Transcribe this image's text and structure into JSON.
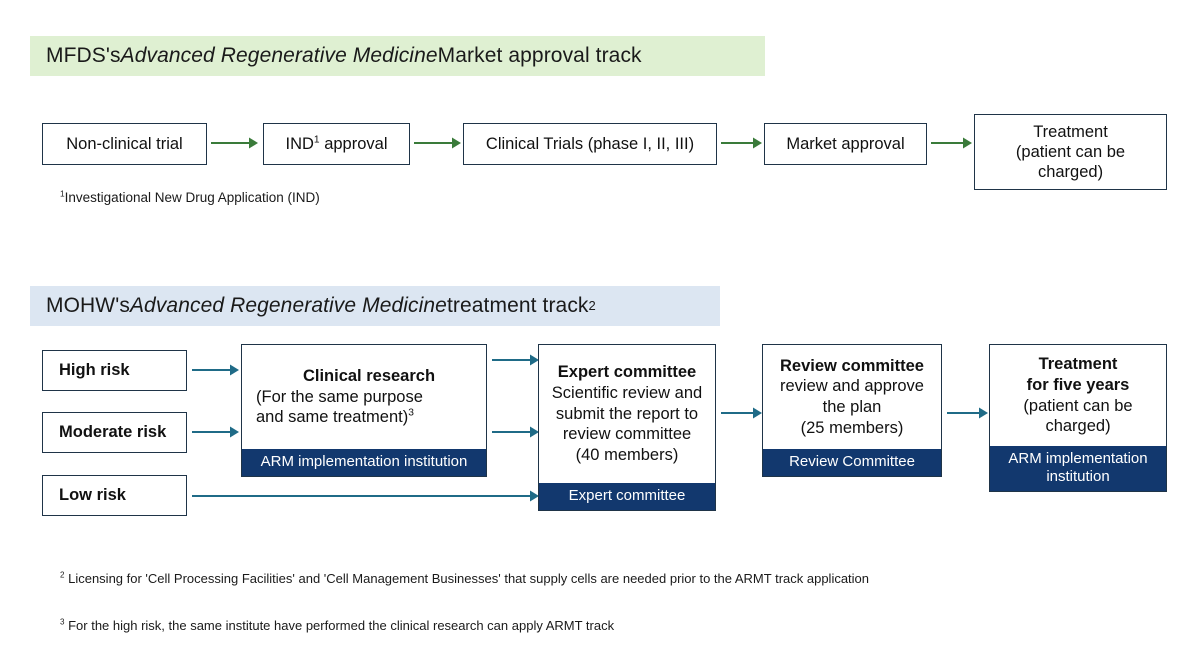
{
  "colors": {
    "header_green_bg": "#dff0d2",
    "header_blue_bg": "#dce6f2",
    "box_border": "#1f3448",
    "banner_navy": "#12386e",
    "arrow_green": "#3a7b3a",
    "arrow_blue": "#1f6b87",
    "text": "#111111"
  },
  "section1": {
    "header": {
      "prefix": "MFDS's ",
      "italic": "Advanced Regenerative Medicine",
      "suffix": " Market approval track"
    },
    "steps": [
      {
        "label": "Non-clinical trial"
      },
      {
        "label": "IND",
        "sup": "1",
        "label_after": " approval"
      },
      {
        "label": "Clinical Trials (phase I, II, III)"
      },
      {
        "label": "Market approval"
      },
      {
        "line1": "Treatment",
        "line2": "(patient can be",
        "line3": "charged)"
      }
    ],
    "arrow_icon": "arrow-right-icon",
    "footnote": {
      "sup": "1",
      "text": "Investigational New Drug Application (IND)"
    }
  },
  "section2": {
    "header": {
      "prefix": "MOHW's ",
      "italic": "Advanced Regenerative Medicine",
      "suffix": " treatment track",
      "sup": "2"
    },
    "risks": [
      {
        "label": "High risk"
      },
      {
        "label": "Moderate risk"
      },
      {
        "label": "Low risk"
      }
    ],
    "stages": [
      {
        "name": "clinical-research",
        "title": "Clinical research",
        "line2": "(For the same purpose",
        "line3": "and same treatment)",
        "line3_sup": "3",
        "banner": "ARM implementation institution"
      },
      {
        "name": "expert-committee",
        "title": "Expert committee",
        "line2": "Scientific review and",
        "line3": "submit the report to",
        "line4": "review committee",
        "line5": "(40 members)",
        "banner": "Expert committee"
      },
      {
        "name": "review-committee",
        "title": "Review committee",
        "line2": "review and approve",
        "line3": "the plan",
        "line4": "(25 members)",
        "banner": "Review Committee"
      },
      {
        "name": "treatment",
        "title": "Treatment",
        "title2": "for five years",
        "line2": "(patient can be",
        "line3": "charged)",
        "banner_line1": "ARM implementation",
        "banner_line2": "institution"
      }
    ],
    "arrow_icon": "arrow-right-icon",
    "footnotes": [
      {
        "sup": "2",
        "text": " Licensing for 'Cell Processing Facilities' and 'Cell Management Businesses' that supply cells are needed prior to the ARMT track application"
      },
      {
        "sup": "3",
        "text": " For the high risk, the same institute have performed the clinical research can apply ARMT track"
      }
    ]
  }
}
